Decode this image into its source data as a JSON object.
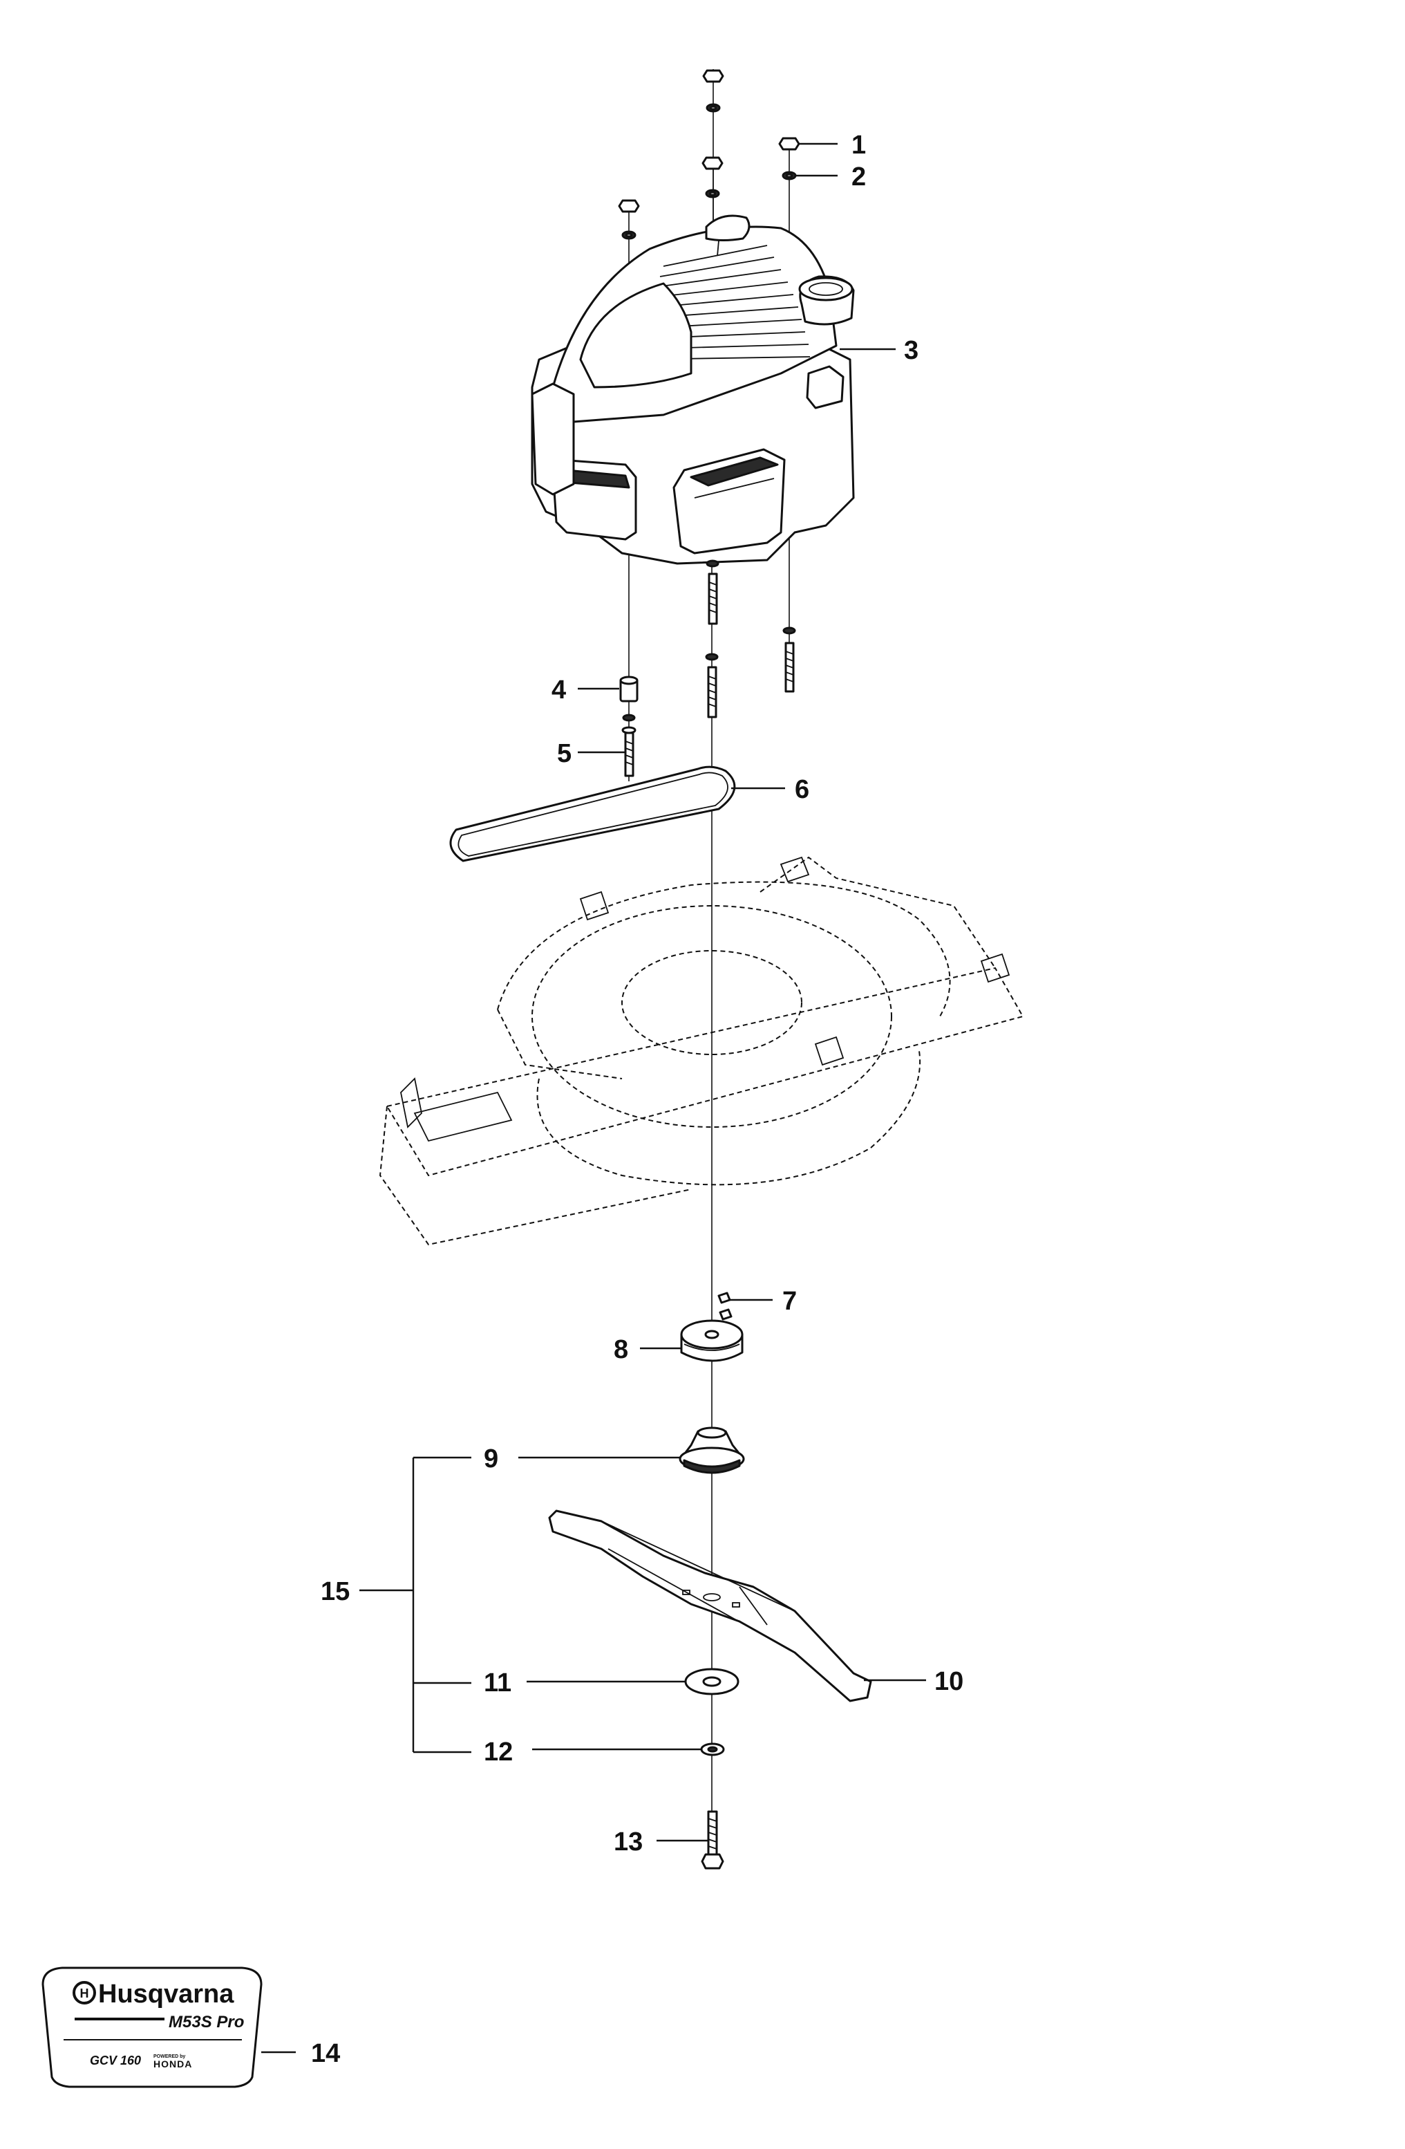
{
  "callouts": [
    {
      "id": "1",
      "text": "1"
    },
    {
      "id": "2",
      "text": "2"
    },
    {
      "id": "3",
      "text": "3"
    },
    {
      "id": "4",
      "text": "4"
    },
    {
      "id": "5",
      "text": "5"
    },
    {
      "id": "6",
      "text": "6"
    },
    {
      "id": "7",
      "text": "7"
    },
    {
      "id": "8",
      "text": "8"
    },
    {
      "id": "9",
      "text": "9"
    },
    {
      "id": "10",
      "text": "10"
    },
    {
      "id": "11",
      "text": "11"
    },
    {
      "id": "12",
      "text": "12"
    },
    {
      "id": "13",
      "text": "13"
    },
    {
      "id": "14",
      "text": "14"
    },
    {
      "id": "15",
      "text": "15"
    }
  ],
  "decal": {
    "brand": "Husqvarna",
    "model": "M53S Pro",
    "engine": "GCV 160",
    "powered_by": "POWERED by",
    "engine_brand": "HONDA"
  }
}
